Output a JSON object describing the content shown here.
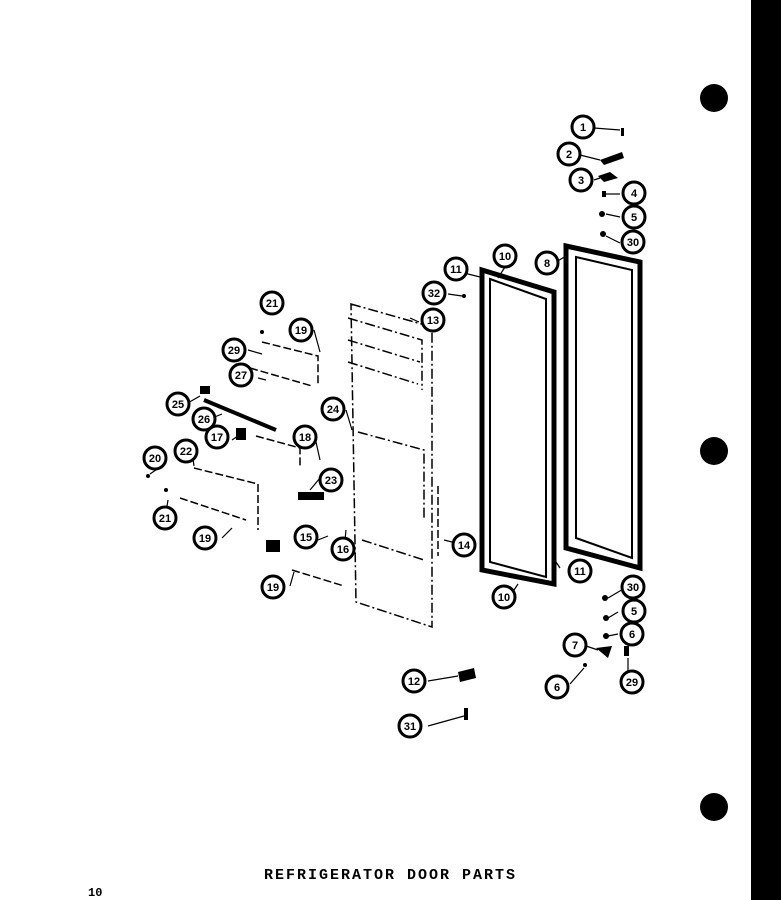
{
  "title": "REFRIGERATOR DOOR PARTS",
  "page_number": "10",
  "callouts": [
    "1",
    "2",
    "3",
    "4",
    "5",
    "30",
    "8",
    "10",
    "11",
    "32",
    "13",
    "21",
    "19",
    "29",
    "27",
    "25",
    "26",
    "17",
    "24",
    "18",
    "23",
    "20",
    "22",
    "21",
    "19",
    "15",
    "16",
    "14",
    "19",
    "11",
    "10",
    "30",
    "5",
    "6",
    "7",
    "6",
    "29",
    "12",
    "31"
  ]
}
